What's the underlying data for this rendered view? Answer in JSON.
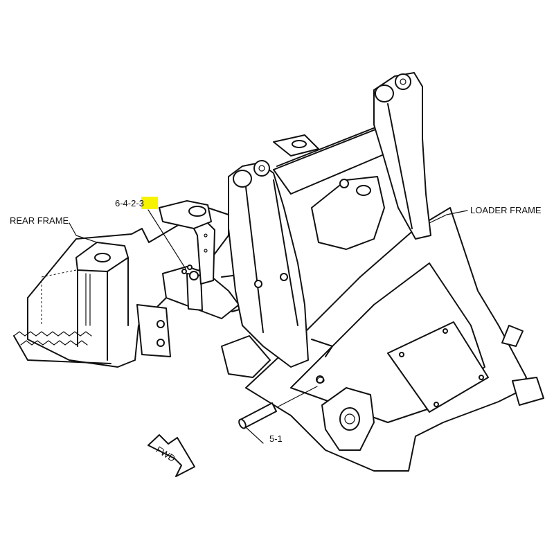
{
  "labels": {
    "rear_frame": "REAR FRAME",
    "loader_frame": "LOADER FRAME",
    "part_ref_prefix": "6-4-2-",
    "part_ref_highlight": "3",
    "pin_ref": "5-1",
    "direction": "FWD"
  },
  "colors": {
    "highlight": "#f7f200",
    "line": "#111111",
    "background": "#ffffff"
  }
}
